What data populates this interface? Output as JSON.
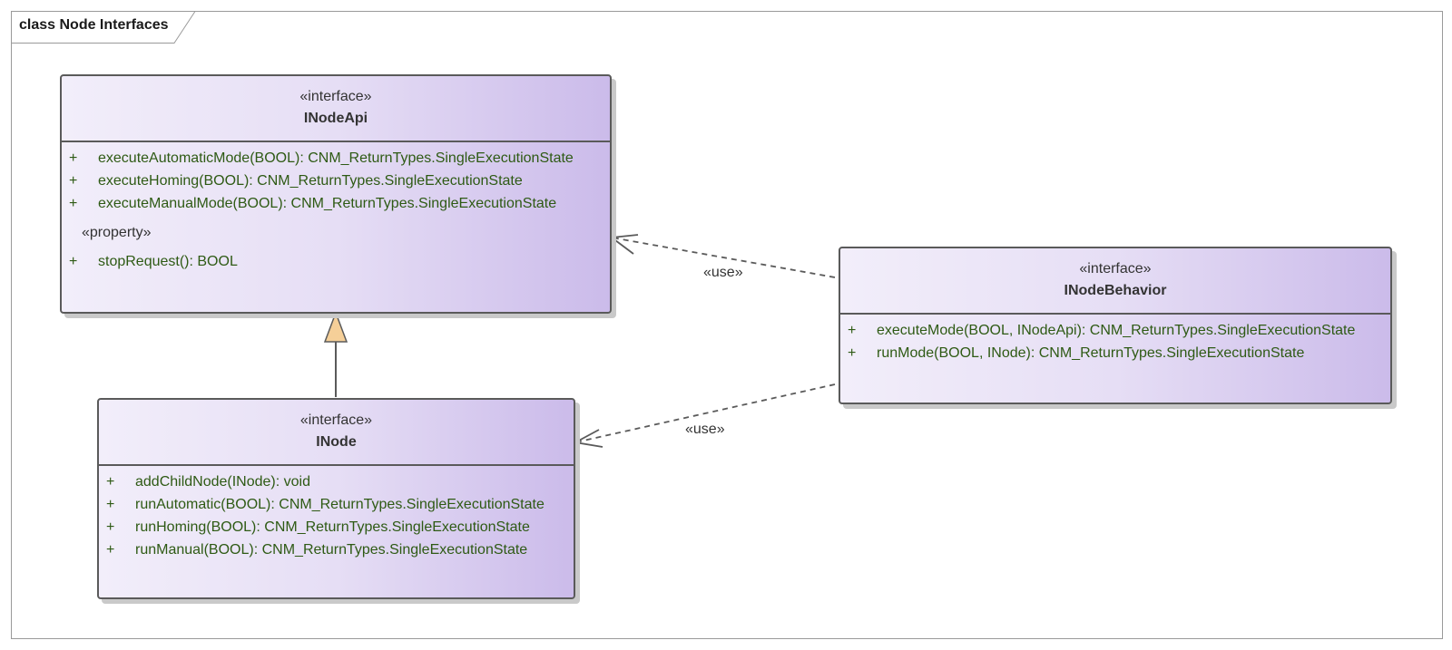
{
  "diagram": {
    "frame_title": "class Node Interfaces"
  },
  "nodes": {
    "inodeapi": {
      "stereotype": "«interface»",
      "name": "INodeApi",
      "methods": [
        {
          "visibility": "+",
          "signature": "executeAutomaticMode(BOOL): CNM_ReturnTypes.SingleExecutionState"
        },
        {
          "visibility": "+",
          "signature": "executeHoming(BOOL): CNM_ReturnTypes.SingleExecutionState"
        },
        {
          "visibility": "+",
          "signature": "executeManualMode(BOOL): CNM_ReturnTypes.SingleExecutionState"
        }
      ],
      "property_section_label": "«property»",
      "properties": [
        {
          "visibility": "+",
          "signature": "stopRequest(): BOOL"
        }
      ]
    },
    "inode": {
      "stereotype": "«interface»",
      "name": "INode",
      "methods": [
        {
          "visibility": "+",
          "signature": "addChildNode(INode): void"
        },
        {
          "visibility": "+",
          "signature": "runAutomatic(BOOL): CNM_ReturnTypes.SingleExecutionState"
        },
        {
          "visibility": "+",
          "signature": "runHoming(BOOL): CNM_ReturnTypes.SingleExecutionState"
        },
        {
          "visibility": "+",
          "signature": "runManual(BOOL): CNM_ReturnTypes.SingleExecutionState"
        }
      ]
    },
    "inodebehavior": {
      "stereotype": "«interface»",
      "name": "INodeBehavior",
      "methods": [
        {
          "visibility": "+",
          "signature": "executeMode(BOOL, INodeApi): CNM_ReturnTypes.SingleExecutionState"
        },
        {
          "visibility": "+",
          "signature": "runMode(BOOL, INode): CNM_ReturnTypes.SingleExecutionState"
        }
      ]
    }
  },
  "edges": {
    "use_to_inodeapi": {
      "label": "«use»"
    },
    "use_to_inode": {
      "label": "«use»"
    }
  },
  "colors": {
    "line": "#5a5a5a",
    "member_text": "#2e5a14",
    "arrow_fill": "#f5cf98"
  }
}
